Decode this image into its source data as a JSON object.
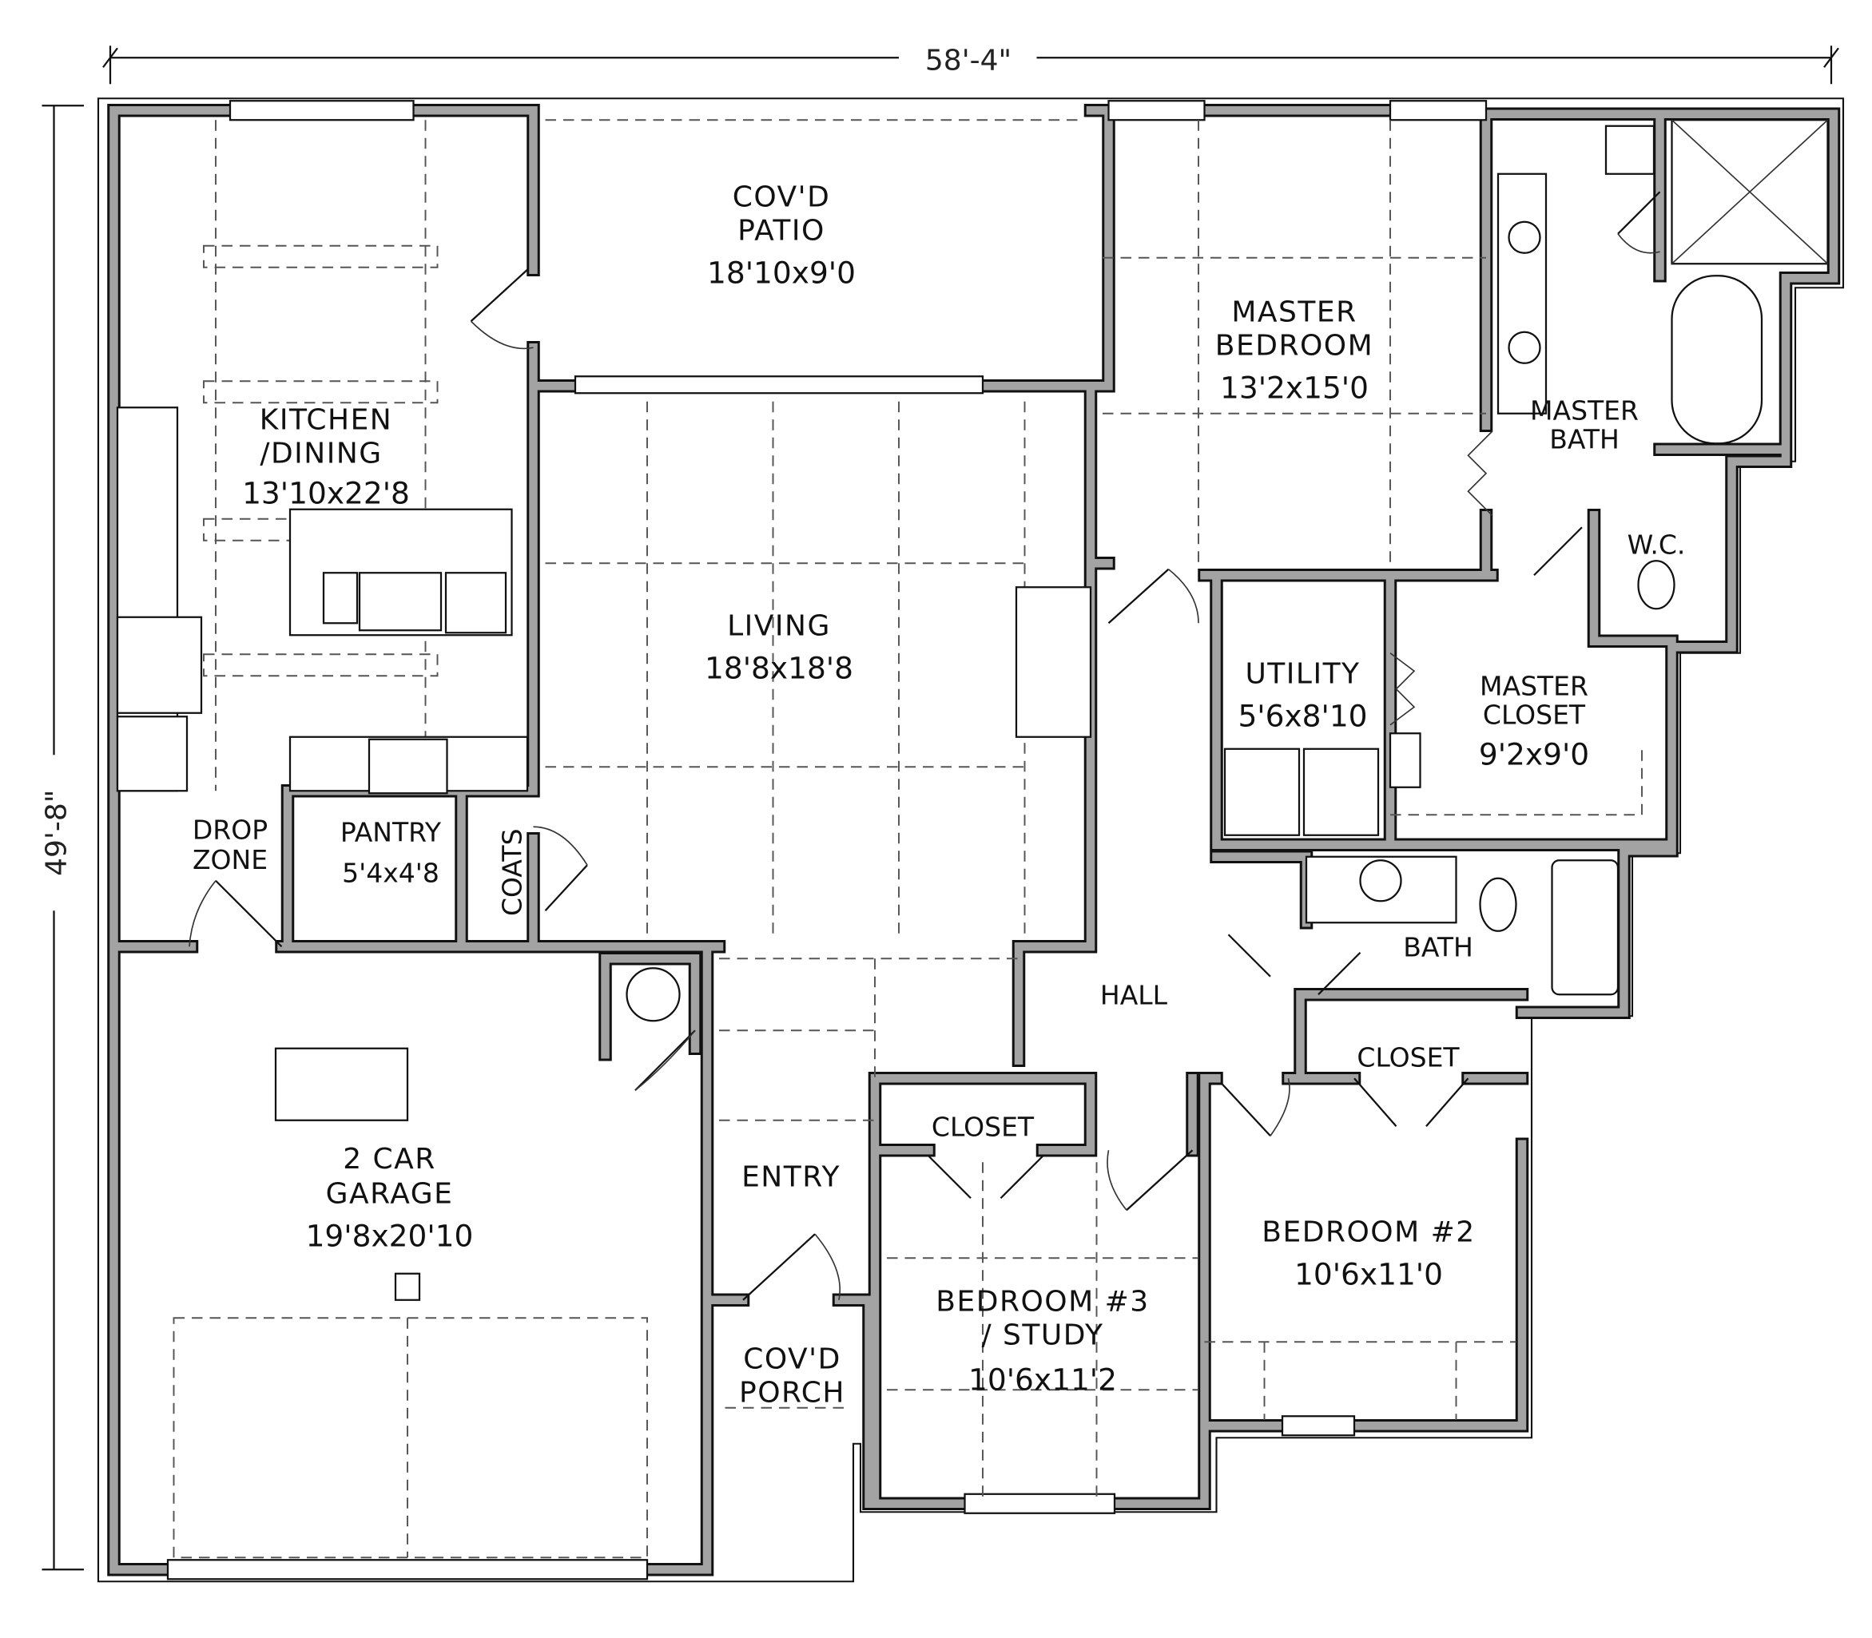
{
  "dimensions": {
    "width": "58'-4\"",
    "depth": "49'-8\""
  },
  "rooms": {
    "patio": {
      "name": [
        "COV'D",
        "PATIO"
      ],
      "size": "18'10x9'0"
    },
    "kitchen": {
      "name": [
        "KITCHEN",
        "/DINING"
      ],
      "size": "13'10x22'8"
    },
    "master_bedroom": {
      "name": [
        "MASTER",
        "BEDROOM"
      ],
      "size": "13'2x15'0"
    },
    "master_bath": {
      "name": [
        "MASTER",
        "BATH"
      ]
    },
    "wc": {
      "name": "W.C."
    },
    "living": {
      "name": "LIVING",
      "size": "18'8x18'8"
    },
    "utility": {
      "name": "UTILITY",
      "size": "5'6x8'10"
    },
    "master_closet": {
      "name": [
        "MASTER",
        "CLOSET"
      ],
      "size": "9'2x9'0"
    },
    "drop_zone": {
      "name": [
        "DROP",
        "ZONE"
      ]
    },
    "pantry": {
      "name": "PANTRY",
      "size": "5'4x4'8"
    },
    "coats": {
      "name": "COATS"
    },
    "bath": {
      "name": "BATH"
    },
    "hall": {
      "name": "HALL"
    },
    "garage": {
      "name": [
        "2 CAR",
        "GARAGE"
      ],
      "size": "19'8x20'10"
    },
    "closet_bed2": {
      "name": "CLOSET"
    },
    "closet_bed3": {
      "name": "CLOSET"
    },
    "entry": {
      "name": "ENTRY"
    },
    "bedroom2": {
      "name": "BEDROOM #2",
      "size": "10'6x11'0"
    },
    "bedroom3": {
      "name": [
        "BEDROOM #3",
        "/ STUDY"
      ],
      "size": "10'6x11'2"
    },
    "porch": {
      "name": [
        "COV'D",
        "PORCH"
      ]
    }
  },
  "colors": {
    "wall": "#a3a3a3",
    "line": "#111111"
  }
}
